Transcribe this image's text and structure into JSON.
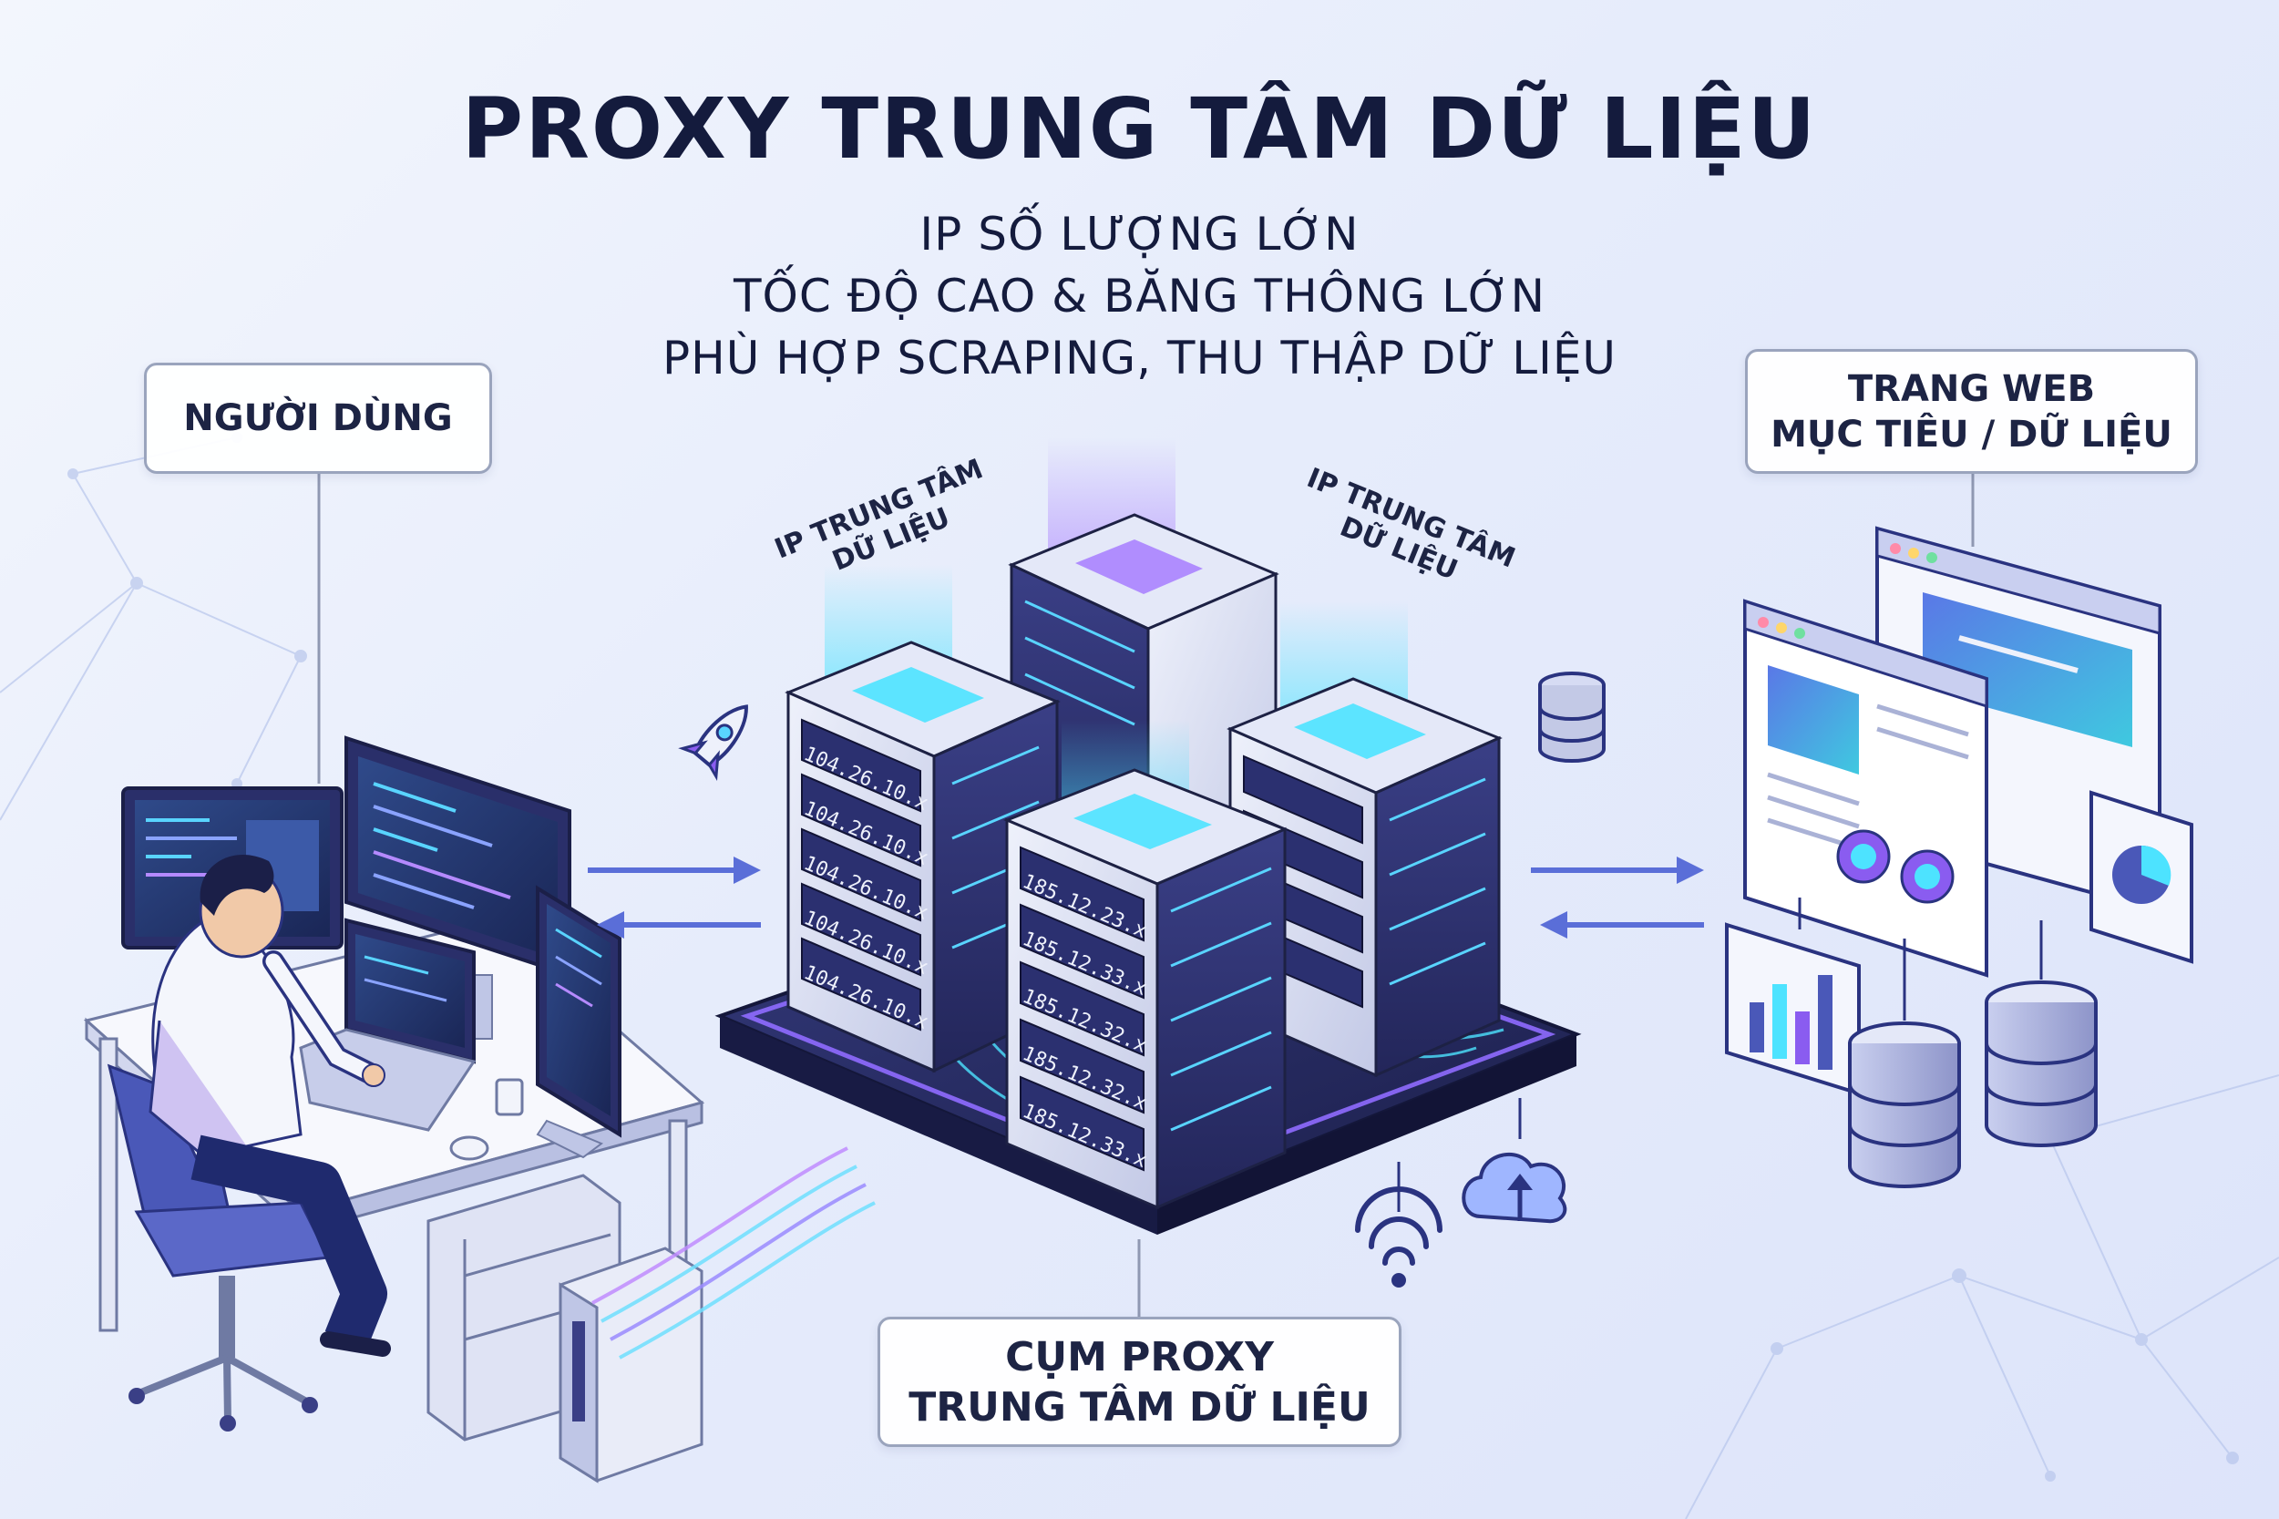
{
  "title": "PROXY TRUNG TÂM DỮ LIỆU",
  "subtitle_lines": [
    "IP SỐ LƯỢNG LỚN",
    "TỐC ĐỘ CAO & BĂNG THÔNG LỚN",
    "PHÙ HỢP SCRAPING, THU THẬP DỮ LIỆU"
  ],
  "labels": {
    "user": "NGƯỜI DÙNG",
    "target_line1": "TRANG WEB",
    "target_line2": "MỤC TIÊU / DỮ LIỆU",
    "cluster_line1": "CỤM PROXY",
    "cluster_line2": "TRUNG TÂM DỮ LIỆU",
    "ip_left_line1": "IP TRUNG TÂM",
    "ip_left_line2": "DỮ LIỆU",
    "ip_right_line1": "IP TRUNG TÂM",
    "ip_right_line2": "DỮ LIỆU"
  },
  "server_ips": {
    "left_rack": [
      "104.26.10.x",
      "104.26.10.x",
      "104.26.10.x",
      "104.26.10.x",
      "104.26.10.x"
    ],
    "front_rack": [
      "185.12.23.x",
      "185.12.33.x",
      "185.12.32.x",
      "185.12.32.x",
      "185.12.33.x"
    ]
  },
  "colors": {
    "title": "#141b3d",
    "accent_cyan": "#39d6f2",
    "accent_purple": "#8a5cf0",
    "server_dark": "#2c2f66",
    "platform": "#24275a"
  },
  "icons": [
    "rocket-icon",
    "database-icon",
    "wifi-icon",
    "cloud-upload-icon",
    "arrow-right-icon",
    "arrow-left-icon"
  ]
}
